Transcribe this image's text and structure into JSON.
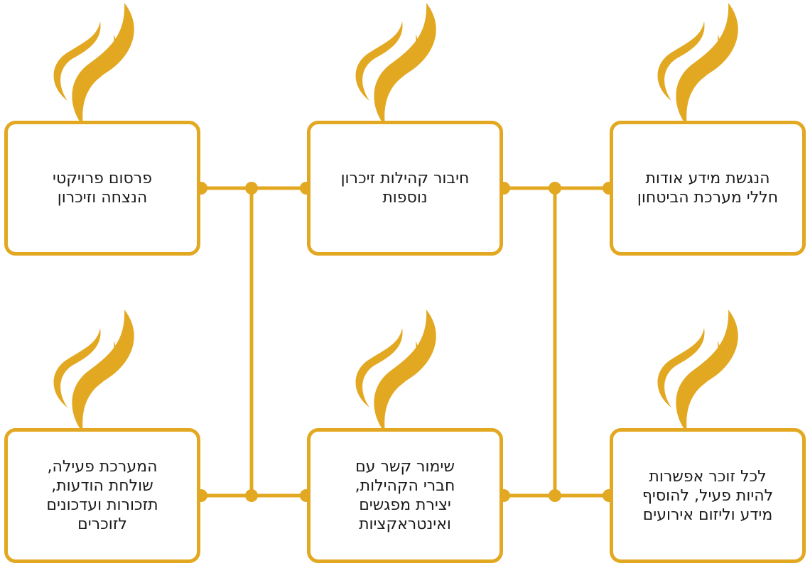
{
  "diagram": {
    "boxes": [
      {
        "id": "box-top-right",
        "lines": [
          "הנגשת מידע אודות",
          "חללי מערכת הביטחון"
        ]
      },
      {
        "id": "box-top-middle",
        "lines": [
          "חיבור קהילות זיכרון",
          "נוספות"
        ]
      },
      {
        "id": "box-top-left",
        "lines": [
          "פרסום פרויקטי",
          "הנצחה וזיכרון"
        ]
      },
      {
        "id": "box-bottom-right",
        "lines": [
          "לכל זוכר אפשרות",
          "להיות פעיל, להוסיף",
          "מידע וליזום אירועים"
        ]
      },
      {
        "id": "box-bottom-middle",
        "lines": [
          "שימור קשר עם",
          "חברי הקהילות,",
          "יצירת מפגשים",
          "ואינטראקציות"
        ]
      },
      {
        "id": "box-bottom-left",
        "lines": [
          "המערכת פעילה,",
          "שולחת הודעות,",
          "תזכורות ועדכונים",
          "לזוכרים"
        ]
      }
    ],
    "colors": {
      "accent": "#e3a821",
      "text": "#1a1a1a",
      "background": "#ffffff"
    },
    "icon": "memorial-flame-icon"
  }
}
